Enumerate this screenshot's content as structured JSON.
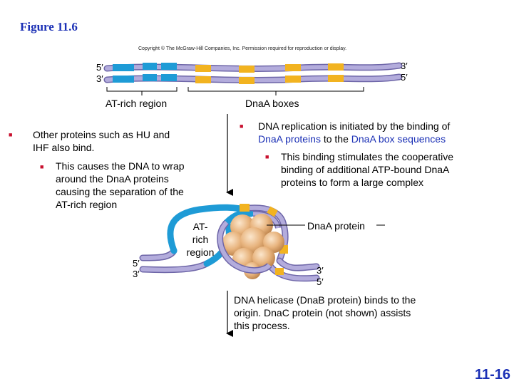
{
  "figure_title": "Figure 11.6",
  "copyright": "Copyright © The McGraw-Hill Companies, Inc. Permission required for reproduction or display.",
  "top_strand": {
    "left_top": "5′",
    "left_bottom": "3′",
    "right_top": "3′",
    "right_bottom": "5′",
    "at_rich_label": "AT-rich region",
    "dnaa_boxes_label": "DnaA boxes"
  },
  "right_text": {
    "bullet1_a": "DNA replication is initiated by the binding of",
    "bullet1_link1": "DnaA proteins",
    "bullet1_mid": " to the ",
    "bullet1_link2": "DnaA box sequences",
    "sub1_line1": "This binding stimulates the cooperative",
    "sub1_line2": "binding of additional ATP-bound DnaA",
    "sub1_line3": "proteins to form a large complex"
  },
  "left_text": {
    "bullet1_line1": "Other proteins such as HU and",
    "bullet1_line2": "IHF also bind.",
    "sub1_line1": "This causes the DNA to wrap",
    "sub1_line2": "around the DnaA proteins",
    "sub1_line3": "causing the separation of the",
    "sub1_line4": "AT-rich region"
  },
  "complex": {
    "at_rich_line1": "AT-",
    "at_rich_line2": "rich",
    "at_rich_line3": "region",
    "dnaa_protein_label": "DnaA protein",
    "left_top": "5′",
    "left_bottom": "3′",
    "right_top": "3′",
    "right_bottom": "5′"
  },
  "helicase_text": {
    "line1": "DNA helicase (DnaB protein) binds to the",
    "line2": "origin. DnaC protein (not shown) assists",
    "line3": "this process."
  },
  "slide_number": "11-16",
  "colors": {
    "title_blue": "#1a2fb5",
    "bullet_red": "#c8102e",
    "dna_lavender": "#a29bd0",
    "at_rich_blue": "#1e9bd6",
    "dnaa_box_yellow": "#f2b320",
    "protein_tan": "#e8b47e"
  }
}
